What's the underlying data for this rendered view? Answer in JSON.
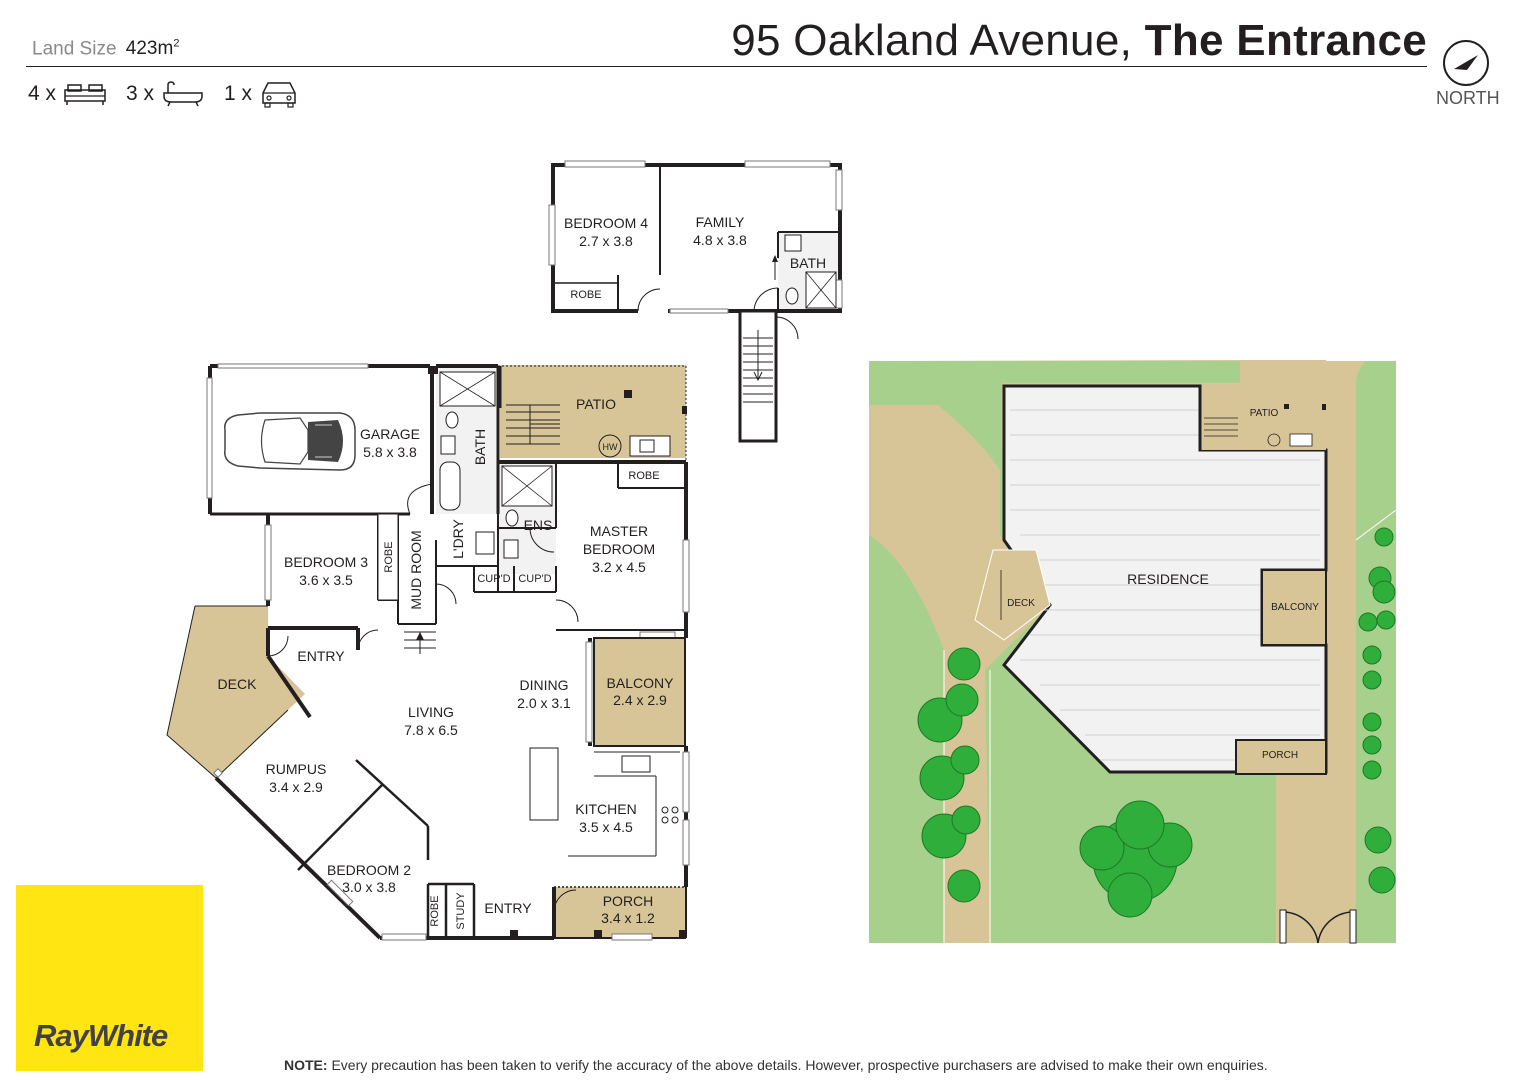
{
  "header": {
    "land_size_label": "Land Size",
    "land_size_value": "423m",
    "land_size_unit_sup": "2",
    "address_street": "95 Oakland Avenue,",
    "address_suburb": "The Entrance",
    "north_label": "NORTH"
  },
  "features": [
    {
      "count": "4 x",
      "icon": "bed-icon"
    },
    {
      "count": "3 x",
      "icon": "bath-icon"
    },
    {
      "count": "1 x",
      "icon": "car-icon"
    }
  ],
  "upper_floor": {
    "bedroom4": {
      "name": "BEDROOM 4",
      "size": "2.7 x 3.8"
    },
    "family": {
      "name": "FAMILY",
      "size": "4.8 x 3.8"
    },
    "bath": "BATH",
    "robe": "ROBE"
  },
  "ground_floor": {
    "garage": {
      "name": "GARAGE",
      "size": "5.8 x 3.8"
    },
    "patio": "PATIO",
    "hw": "HW",
    "bath": "BATH",
    "robe_master": "ROBE",
    "bedroom3": {
      "name": "BEDROOM 3",
      "size": "3.6 x 3.5"
    },
    "robe_b3": "ROBE",
    "mud_room": "MUD ROOM",
    "laundry": "L'DRY",
    "ensuite": "ENS",
    "cupd1": "CUP'D",
    "cupd2": "CUP'D",
    "master": {
      "name1": "MASTER",
      "name2": "BEDROOM",
      "size": "3.2 x 4.5"
    },
    "entry_top": "ENTRY",
    "deck": "DECK",
    "living": {
      "name": "LIVING",
      "size": "7.8 x 6.5"
    },
    "dining": {
      "name": "DINING",
      "size": "2.0 x 3.1"
    },
    "balcony": {
      "name": "BALCONY",
      "size": "2.4 x 2.9"
    },
    "rumpus": {
      "name": "RUMPUS",
      "size": "3.4 x 2.9"
    },
    "kitchen": {
      "name": "KITCHEN",
      "size": "3.5 x 4.5"
    },
    "bedroom2": {
      "name": "BEDROOM 2",
      "size": "3.0 x 3.8"
    },
    "robe_b2": "ROBE",
    "study": "STUDY",
    "entry_bottom": "ENTRY",
    "porch": {
      "name": "PORCH",
      "size": "3.4 x 1.2"
    }
  },
  "site_plan": {
    "residence": "RESIDENCE",
    "patio": "PATIO",
    "deck": "DECK",
    "balcony": "BALCONY",
    "porch": "PORCH"
  },
  "brand": {
    "name": "RayWhite"
  },
  "footer": {
    "note_label": "NOTE:",
    "note_text": "Every precaution has been taken to verify the accuracy of the above details. However, prospective purchasers are advised to make their own enquiries."
  },
  "colors": {
    "wall": "#231f20",
    "outdoor": "#d8c597",
    "lawn": "#a8d08d",
    "tree": "#2fae3b",
    "brand_yellow": "#ffe512",
    "tile": "#f2f2f2"
  }
}
